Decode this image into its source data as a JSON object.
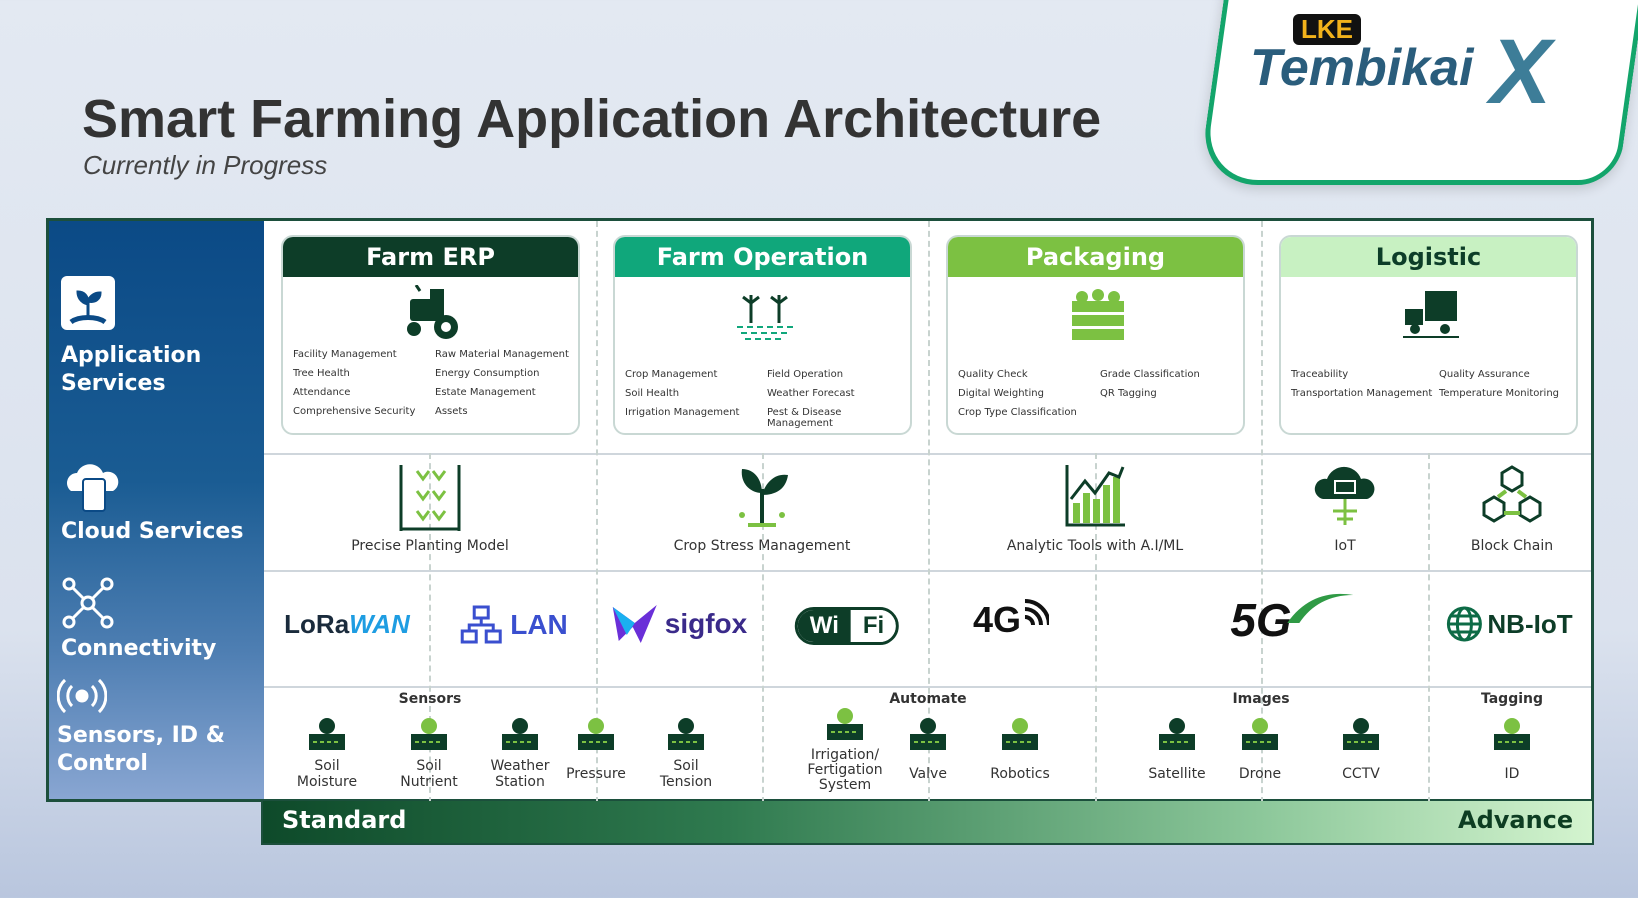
{
  "logo": {
    "badge": "LKE",
    "name": "Tembikai",
    "mark": "X"
  },
  "title": "Smart Farming Application Architecture",
  "subtitle": "Currently in Progress",
  "rows": {
    "application": "Application Services",
    "cloud": "Cloud Services",
    "connectivity": "Connectivity",
    "sensors": "Sensors, ID & Control"
  },
  "cards": [
    {
      "title": "Farm ERP",
      "color": "#0d3d28",
      "items": [
        "Facility Management",
        "Raw Material Management",
        "Tree Health",
        "Energy Consumption",
        "Attendance",
        "Estate Management",
        "Comprehensive Security",
        "Assets"
      ]
    },
    {
      "title": "Farm Operation",
      "color": "#10a77b",
      "items": [
        "Crop Management",
        "Field Operation",
        "Soil Health",
        "Weather Forecast",
        "Irrigation Management",
        "Pest & Disease Management"
      ]
    },
    {
      "title": "Packaging",
      "color": "#7cc142",
      "items": [
        "Quality Check",
        "Grade Classification",
        "Digital Weighting",
        "QR Tagging",
        "Crop Type Classification"
      ]
    },
    {
      "title": "Logistic",
      "color": "#c8f1c2",
      "items": [
        "Traceability",
        "Quality Assurance",
        "Transportation Management",
        "Temperature Monitoring"
      ]
    }
  ],
  "cloud": [
    "Precise Planting Model",
    "Crop Stress Management",
    "Analytic Tools with A.I/ML",
    "IoT",
    "Block Chain"
  ],
  "connectivity": {
    "lorawan_a": "LoRa",
    "lorawan_b": "WAN",
    "lan": "LAN",
    "sigfox": "sigfox",
    "wifi_a": "Wi",
    "wifi_b": "Fi",
    "g4": "4G",
    "g5": "5G",
    "nbiot": "NB-IoT"
  },
  "sensor_groups": {
    "sensors": "Sensors",
    "automate": "Automate",
    "images": "Images",
    "tagging": "Tagging"
  },
  "sensor_items": [
    "Soil\nMoisture",
    "Soil\nNutrient",
    "Weather\nStation",
    "Pressure",
    "Soil\nTension",
    "Irrigation/\nFertigation\nSystem",
    "Valve",
    "Robotics",
    "Satellite",
    "Drone",
    "CCTV",
    "ID"
  ],
  "scale": {
    "left": "Standard",
    "right": "Advance"
  }
}
